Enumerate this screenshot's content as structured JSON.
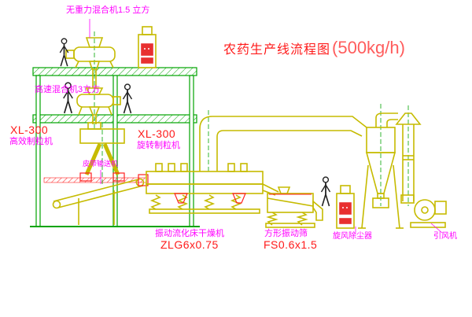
{
  "title": {
    "text": "农药生产线流程图",
    "capacity": "(500kg/h)"
  },
  "labels": {
    "gravity_mixer": "无重力混合机1.5 立方",
    "high_speed_mixer": "高速混合机3立方",
    "granulator_left_model": "XL-300",
    "granulator_left_name": "高效制粒机",
    "granulator_right_model": "XL-300",
    "granulator_right_name": "旋转制粒机",
    "belt_conveyor": "皮带输送机",
    "dryer_name": "振动流化床干燥机",
    "dryer_model": "ZLG6x0.75",
    "screen_name": "方形振动筛",
    "screen_model": "FS0.6x1.5",
    "cyclone_name": "旋风除尘器",
    "fan_name": "引风机"
  },
  "colors": {
    "structure_green": "#00a400",
    "equipment_yellow": "#c6bb00",
    "label_magenta": "#ff00ff",
    "label_red": "#ff1a1a",
    "accent_red": "#e83030"
  }
}
